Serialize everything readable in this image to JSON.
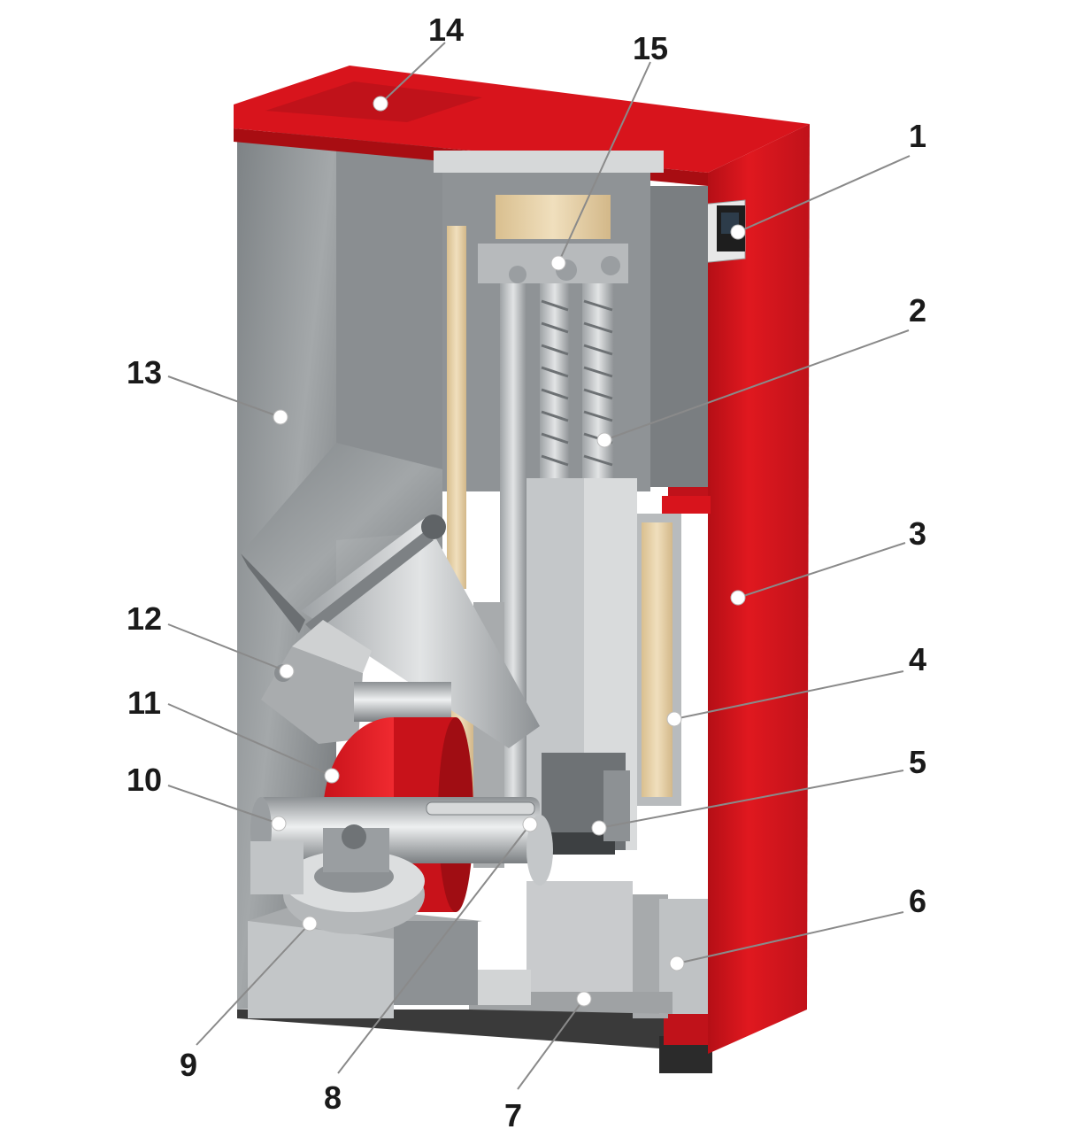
{
  "diagram": {
    "callouts": [
      {
        "id": "1",
        "label": "1"
      },
      {
        "id": "2",
        "label": "2"
      },
      {
        "id": "3",
        "label": "3"
      },
      {
        "id": "4",
        "label": "4"
      },
      {
        "id": "5",
        "label": "5"
      },
      {
        "id": "6",
        "label": "6"
      },
      {
        "id": "7",
        "label": "7"
      },
      {
        "id": "8",
        "label": "8"
      },
      {
        "id": "9",
        "label": "9"
      },
      {
        "id": "10",
        "label": "10"
      },
      {
        "id": "11",
        "label": "11"
      },
      {
        "id": "12",
        "label": "12"
      },
      {
        "id": "13",
        "label": "13"
      },
      {
        "id": "14",
        "label": "14"
      },
      {
        "id": "15",
        "label": "15"
      }
    ],
    "colors": {
      "casing_red": "#d8141c",
      "casing_dark_red": "#a80d12",
      "galvanized": "#8f9396",
      "steel_light": "#c8cbcd",
      "insulation": "#e7d2a8",
      "label_text": "#1a1a1a",
      "leader_line": "#8a8a8a"
    }
  }
}
